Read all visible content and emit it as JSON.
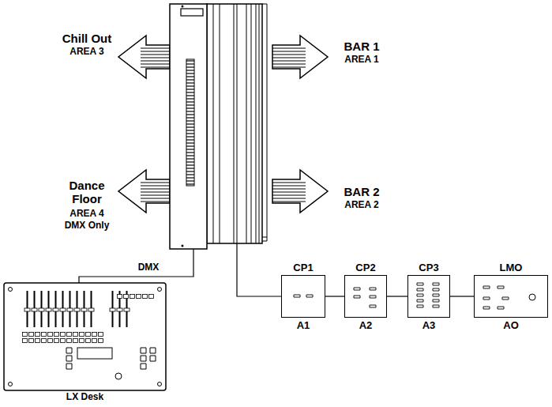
{
  "diagram": {
    "nodes": [
      {
        "text": [
          "LX Desk"
        ]
      },
      {
        "text": [
          "CP1",
          "A1"
        ]
      },
      {
        "text": [
          "CP2",
          "A2"
        ]
      },
      {
        "text": [
          "CP3",
          "A3"
        ]
      },
      {
        "text": [
          "LMO",
          "AO"
        ]
      }
    ],
    "edges": [
      {
        "from": 1,
        "to": 2,
        "arrow": "none"
      },
      {
        "from": 2,
        "to": 3,
        "arrow": "none"
      },
      {
        "from": 3,
        "to": 4,
        "arrow": "none"
      }
    ],
    "labels": [
      "Chill Out",
      "AREA 3",
      "BAR 1",
      "AREA 1",
      "Dance Floor",
      "AREA 4",
      "DMX Only",
      "BAR 2",
      "AREA 2",
      "DMX"
    ]
  }
}
